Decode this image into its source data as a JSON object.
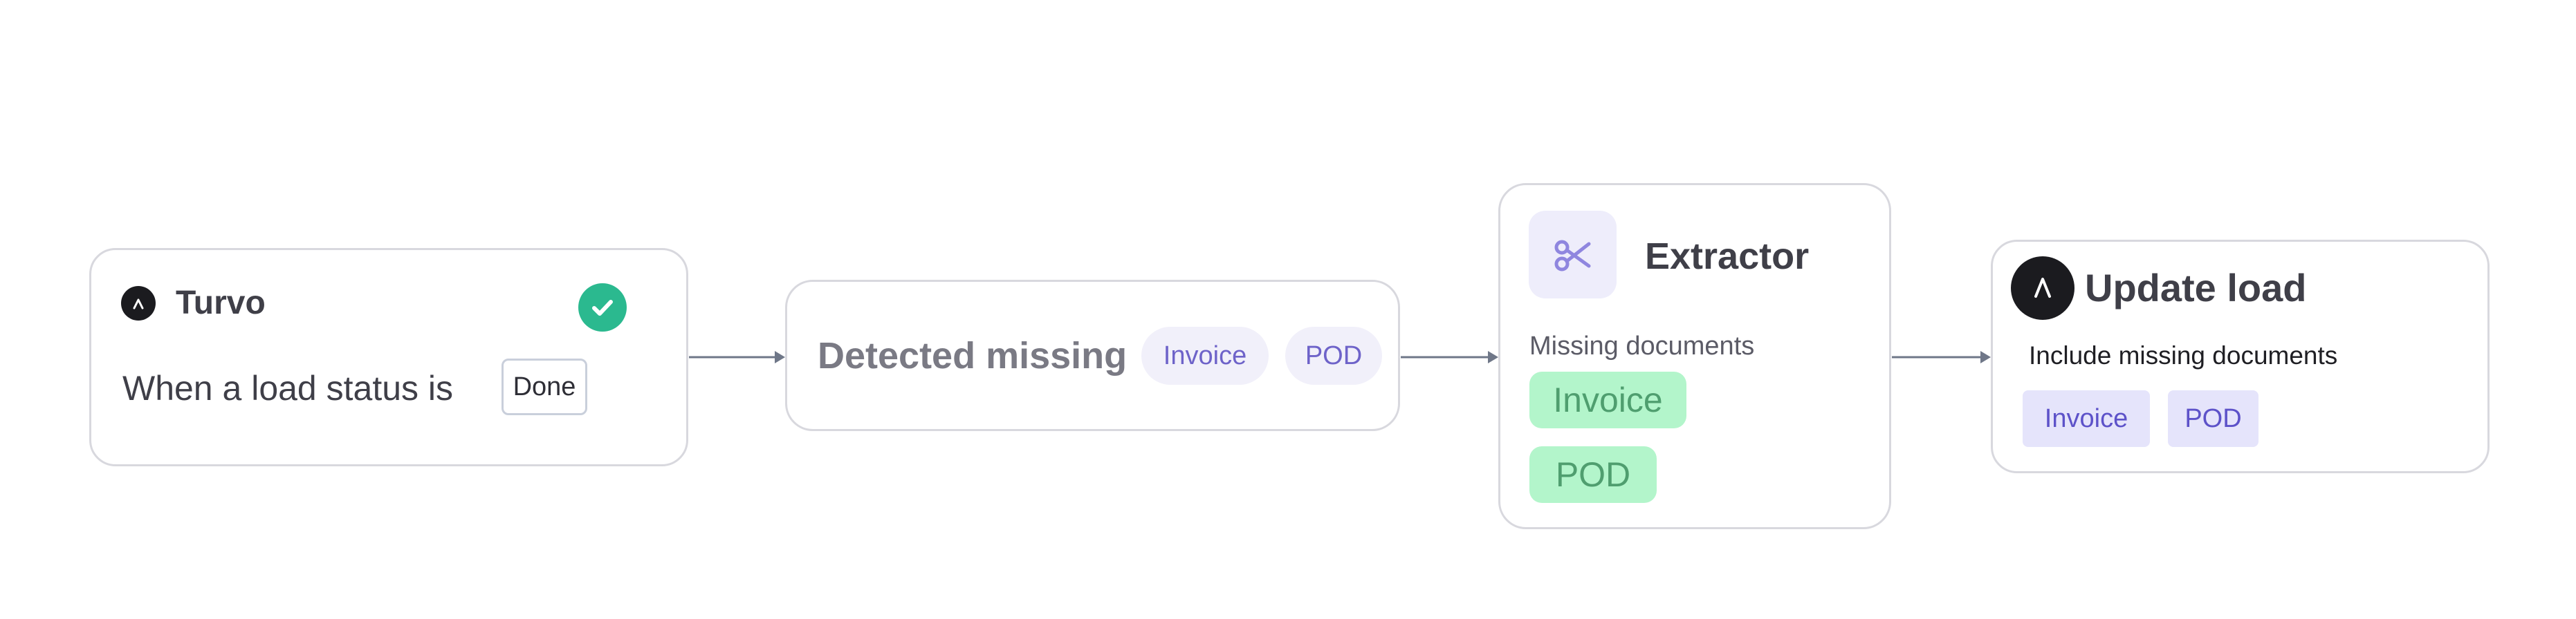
{
  "nodes": {
    "turvo": {
      "title": "Turvo",
      "trigger_text": "When a load status is",
      "status_value": "Done",
      "check_icon": "check-circle-icon",
      "logo_icon": "turvo-logo-icon"
    },
    "detected": {
      "title": "Detected missing",
      "tags": [
        "Invoice",
        "POD"
      ]
    },
    "extractor": {
      "title": "Extractor",
      "icon": "scissors-icon",
      "section_label": "Missing documents",
      "documents": [
        "Invoice",
        "POD"
      ]
    },
    "update": {
      "title": "Update load",
      "logo_icon": "turvo-logo-icon",
      "subtitle": "Include missing documents",
      "documents": [
        "Invoice",
        "POD"
      ]
    }
  },
  "colors": {
    "card_border": "#d8d8de",
    "connector": "#6f7788",
    "success": "#2bb98f",
    "tag_soft_bg": "#f1f0fa",
    "tag_soft_text": "#6e63c9",
    "document_green_bg": "#b3f5cb",
    "document_green_text": "#4f9e6f",
    "chip_purple_bg": "#e5e4fb",
    "chip_purple_text": "#5d52c9"
  }
}
